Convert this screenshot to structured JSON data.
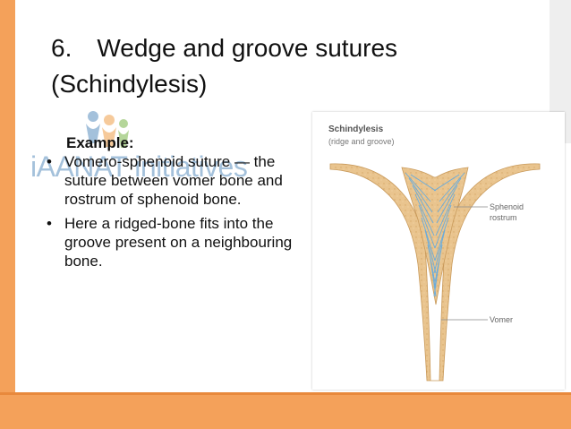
{
  "slide": {
    "title_number": "6.",
    "title_line1": "Wedge and groove sutures",
    "title_line2": "(Schindylesis)",
    "example_label": "Example:",
    "bullets": [
      "Vomero-sphenoid suture — the suture between vomer bone and rostrum of sphenoid bone.",
      "Here a ridged-bone fits into the groove present on a neighbouring bone."
    ]
  },
  "watermark": {
    "text": "iAANAT initiatives"
  },
  "figure": {
    "title": "Schindylesis",
    "subtitle": "(ridge and groove)",
    "label_sphenoid_line1": "Sphenoid",
    "label_sphenoid_line2": "rostrum",
    "label_vomer": "Vomer"
  },
  "colors": {
    "accent_orange": "#f4a15a",
    "bone_fill": "#e9c48e",
    "suture_blue": "#5aa9e6"
  }
}
